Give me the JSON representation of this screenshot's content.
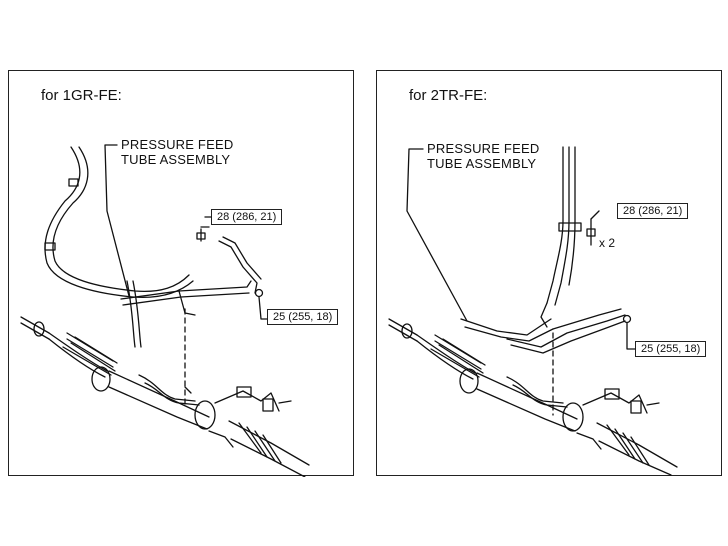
{
  "panels": [
    {
      "title": "for 1GR-FE:",
      "part_label": [
        "PRESSURE FEED",
        "TUBE ASSEMBLY"
      ],
      "torque_upper": "28 (286, 21)",
      "torque_lower": "25 (255, 18)"
    },
    {
      "title": "for 2TR-FE:",
      "part_label": [
        "PRESSURE FEED",
        "TUBE ASSEMBLY"
      ],
      "torque_upper": "28 (286, 21)",
      "torque_lower": "25 (255, 18)",
      "quantity": "x 2"
    }
  ]
}
